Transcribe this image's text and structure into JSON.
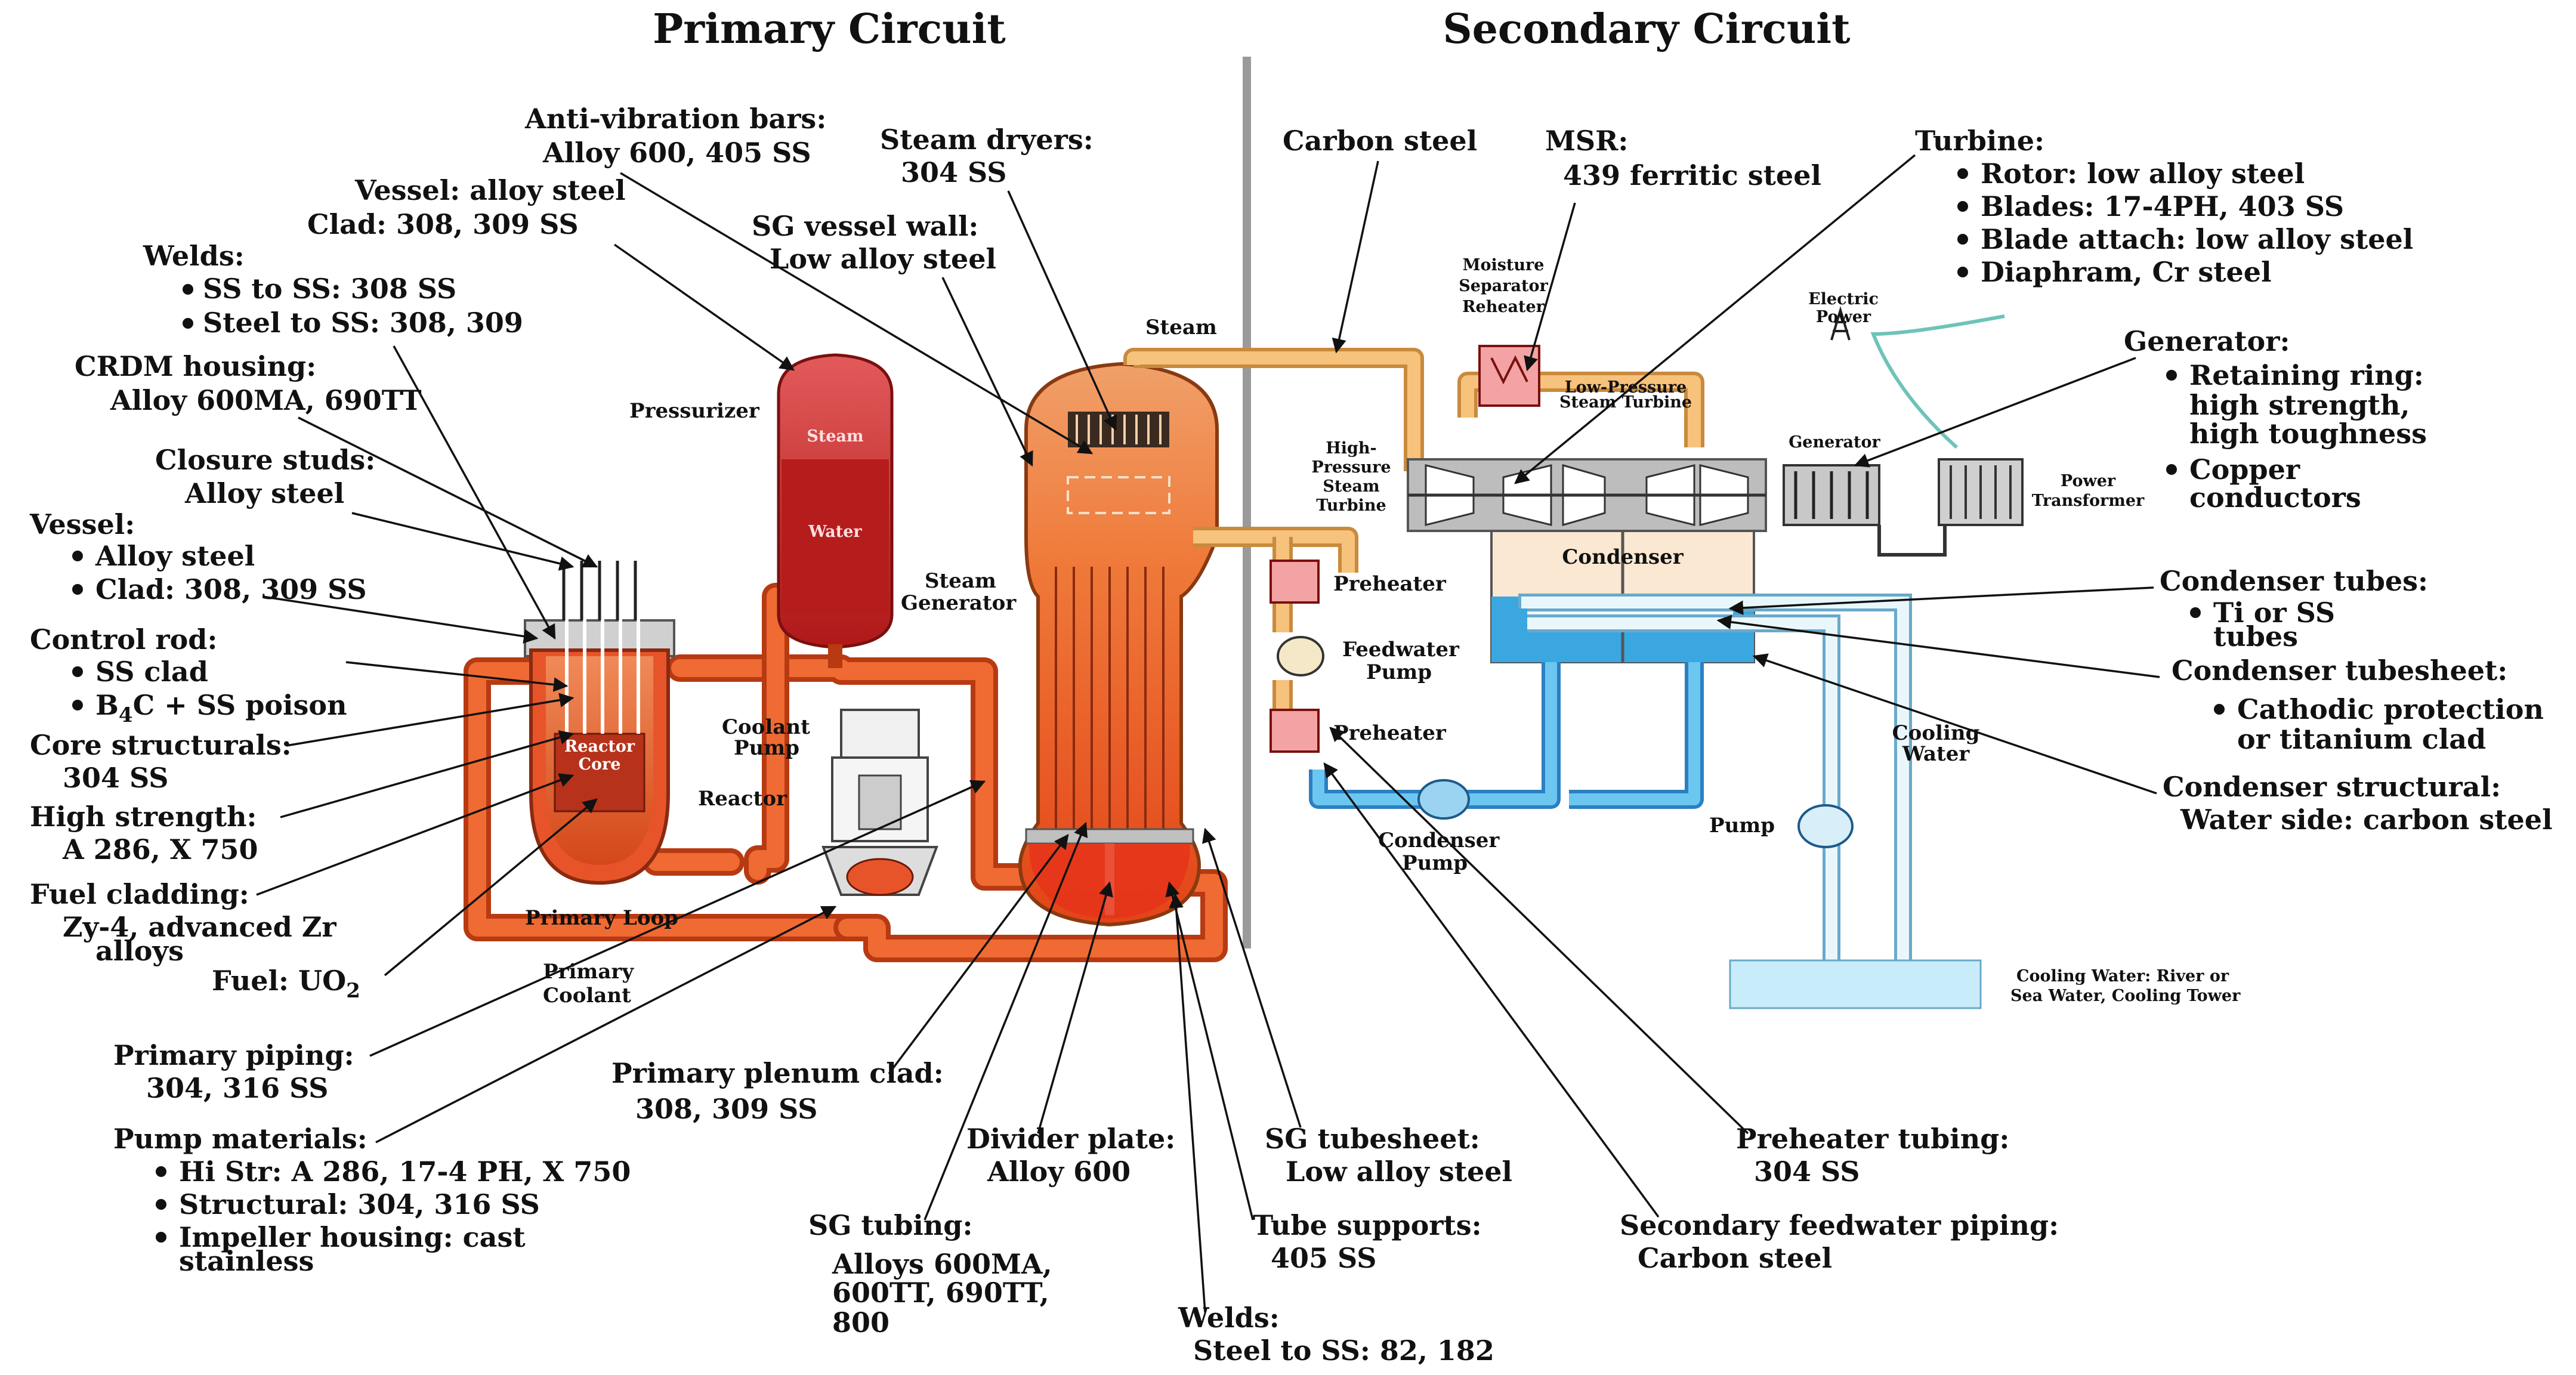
{
  "titles": {
    "primary": "Primary Circuit",
    "secondary": "Secondary Circuit"
  },
  "components": {
    "pressurizer": "Pressurizer",
    "steam_in_pressurizer": "Steam",
    "water_in_pressurizer": "Water",
    "reactor_core_line1": "Reactor",
    "reactor_core_line2": "Core",
    "reactor": "Reactor",
    "coolant_pump_line1": "Coolant",
    "coolant_pump_line2": "Pump",
    "primary_loop": "Primary Loop",
    "primary_coolant_line1": "Primary",
    "primary_coolant_line2": "Coolant",
    "steam_generator_line1": "Steam",
    "steam_generator_line2": "Generator",
    "steam_pipe": "Steam",
    "moisture_line1": "Moisture",
    "moisture_line2": "Separator",
    "moisture_line3": "Reheater",
    "lp_turbine_line1": "Low-Pressure",
    "lp_turbine_line2": "Steam Turbine",
    "hp_turbine_line1": "High-",
    "hp_turbine_line2": "Pressure",
    "hp_turbine_line3": "Steam",
    "hp_turbine_line4": "Turbine",
    "electric_power_line1": "Electric",
    "electric_power_line2": "Power",
    "generator": "Generator",
    "power_transformer_line1": "Power",
    "power_transformer_line2": "Transformer",
    "condenser": "Condenser",
    "preheater_upper": "Preheater",
    "preheater_lower": "Preheater",
    "feedwater_pump_line1": "Feedwater",
    "feedwater_pump_line2": "Pump",
    "condensate_pump_line1": "Condenser",
    "condensate_pump_line2": "Pump",
    "cooling_water_line1": "Cooling",
    "cooling_water_line2": "Water",
    "pump": "Pump",
    "cooling_source_line1": "Cooling Water:  River or",
    "cooling_source_line2": "Sea Water, Cooling Tower"
  },
  "labels": {
    "anti_vibration": [
      "Anti-vibration bars:",
      "Alloy 600, 405 SS"
    ],
    "steam_dryers": [
      "Steam dryers:",
      "304 SS"
    ],
    "vessel_top": [
      "Vessel: alloy steel",
      "Clad: 308, 309 SS"
    ],
    "sg_vessel_wall": [
      "SG vessel wall:",
      "Low alloy steel"
    ],
    "welds_top": [
      "Welds:",
      "SS to SS: 308 SS",
      "Steel to SS: 308, 309"
    ],
    "crdm": [
      "CRDM housing:",
      "Alloy 600MA, 690TT"
    ],
    "closure_studs": [
      "Closure studs:",
      "Alloy steel"
    ],
    "vessel_left": [
      "Vessel:",
      "Alloy steel",
      "Clad: 308, 309 SS"
    ],
    "control_rod": [
      "Control rod:",
      "SS clad",
      "B",
      "4",
      "C + SS poison"
    ],
    "core_structurals": [
      "Core structurals:",
      "304 SS"
    ],
    "high_strength": [
      "High strength:",
      "A 286, X 750"
    ],
    "fuel_cladding": [
      "Fuel cladding:",
      "Zy-4, advanced Zr",
      "alloys"
    ],
    "fuel": [
      "Fuel: UO",
      "2"
    ],
    "primary_piping": [
      "Primary piping:",
      "304, 316 SS"
    ],
    "pump_materials": [
      "Pump materials:",
      "Hi Str: A 286, 17-4 PH, X 750",
      "Structural: 304, 316 SS",
      "Impeller housing: cast",
      "stainless"
    ],
    "primary_plenum": [
      "Primary plenum clad:",
      "308, 309 SS"
    ],
    "divider_plate": [
      "Divider plate:",
      "Alloy 600"
    ],
    "sg_tubesheet": [
      "SG tubesheet:",
      "Low alloy steel"
    ],
    "sg_tubing": [
      "SG tubing:",
      "Alloys 600MA,",
      "600TT, 690TT,",
      "800"
    ],
    "tube_supports": [
      "Tube supports:",
      "405 SS"
    ],
    "welds_bottom": [
      "Welds:",
      "Steel to SS: 82, 182"
    ],
    "carbon_steel": [
      "Carbon steel"
    ],
    "msr": [
      "MSR:",
      "439 ferritic steel"
    ],
    "turbine": [
      "Turbine:",
      "Rotor: low alloy steel",
      "Blades: 17-4PH, 403 SS",
      "Blade attach: low alloy steel",
      "Diaphram, Cr steel"
    ],
    "generator": [
      "Generator:",
      "Retaining ring:",
      "high strength,",
      "high toughness",
      "Copper",
      "conductors"
    ],
    "condenser_tubes": [
      "Condenser tubes:",
      "Ti or SS",
      "tubes"
    ],
    "condenser_tubesheet": [
      "Condenser tubesheet:",
      "Cathodic protection",
      "or titanium clad"
    ],
    "condenser_structural": [
      "Condenser structural:",
      "Water side: carbon steel"
    ],
    "preheater_tubing": [
      "Preheater tubing:",
      "304 SS"
    ],
    "secondary_feedwater": [
      "Secondary feedwater piping:",
      "Carbon steel"
    ]
  },
  "colors": {
    "primary_hot": "#d8401a",
    "primary_light": "#f06a33",
    "steam": "#f7c27b",
    "water_blue": "#2b7fc2",
    "divider": "#9a9a9a"
  }
}
